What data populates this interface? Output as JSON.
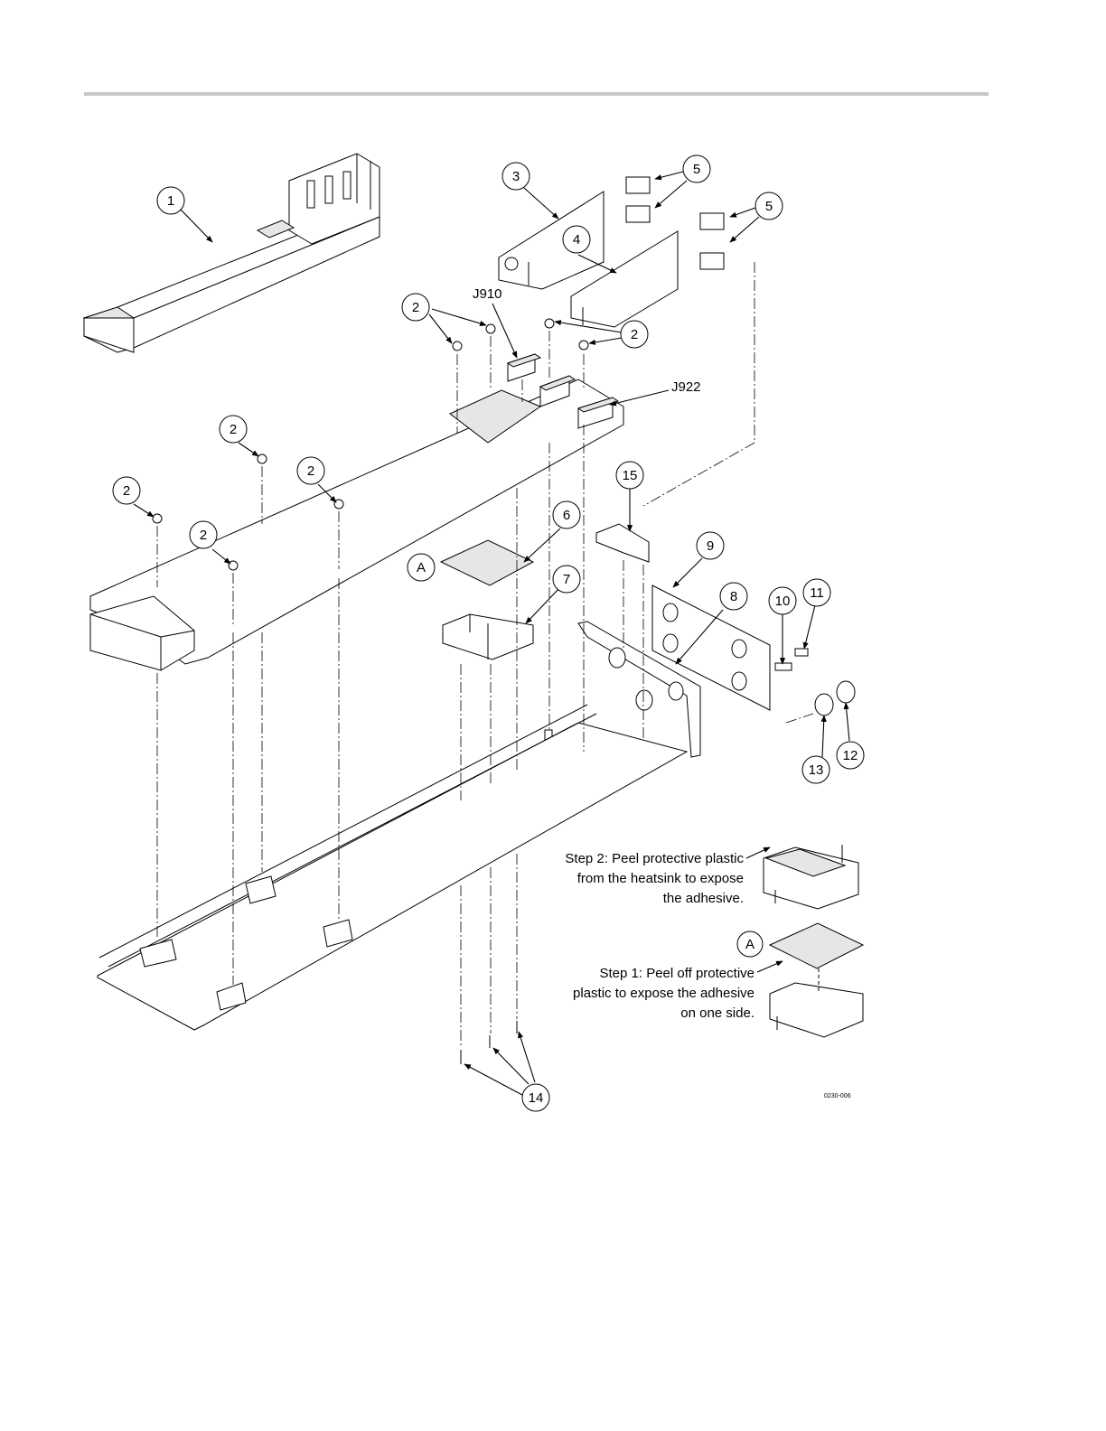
{
  "callouts": {
    "c1": "1",
    "c2": "2",
    "c3": "3",
    "c4": "4",
    "c5": "5",
    "c6": "6",
    "c7": "7",
    "c8": "8",
    "c9": "9",
    "c10": "10",
    "c11": "11",
    "c12": "12",
    "c13": "13",
    "c14": "14",
    "c15": "15",
    "detail": "A"
  },
  "connectors": {
    "j910": "J910",
    "j922": "J922"
  },
  "notes": {
    "step2": [
      "Step 2: Peel protective plastic",
      "from the heatsink to expose",
      "the adhesive."
    ],
    "step1": [
      "Step 1: Peel off protective",
      "plastic to expose the adhesive",
      "on one side."
    ]
  },
  "figure_id": "0230-006"
}
